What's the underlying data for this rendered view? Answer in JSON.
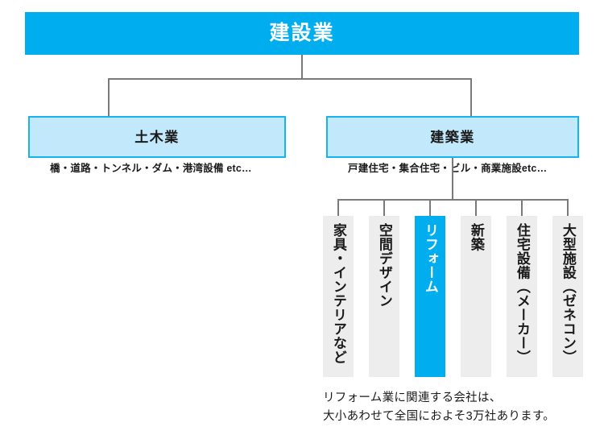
{
  "colors": {
    "primary": "#00AEEF",
    "box_fill": "#C2E8FB",
    "box_border": "#16B3F0",
    "leaf_fill": "#EDEDED",
    "line": "#7A7A7A",
    "text": "#1A1A1A",
    "text_inverse": "#FFFFFF"
  },
  "root": {
    "label": "建設業"
  },
  "categories": [
    {
      "label": "土木業",
      "caption": "橋・道路・トンネル・ダム・港湾設備 etc…"
    },
    {
      "label": "建築業",
      "caption": "戸建住宅・集合住宅・ビル・商業施設etc…"
    }
  ],
  "leaves": [
    {
      "label": "家具・インテリアなど",
      "highlighted": false
    },
    {
      "label": "空間デザイン",
      "highlighted": false
    },
    {
      "label": "リフォーム",
      "highlighted": true
    },
    {
      "label": "新築",
      "highlighted": false
    },
    {
      "label": "住宅設備（メーカー）",
      "highlighted": false
    },
    {
      "label": "大型施設（ゼネコン）",
      "highlighted": false
    }
  ],
  "footnote": {
    "line1": "リフォーム業に関連する会社は、",
    "line2": "大小あわせて全国におよそ3万社あります。"
  }
}
